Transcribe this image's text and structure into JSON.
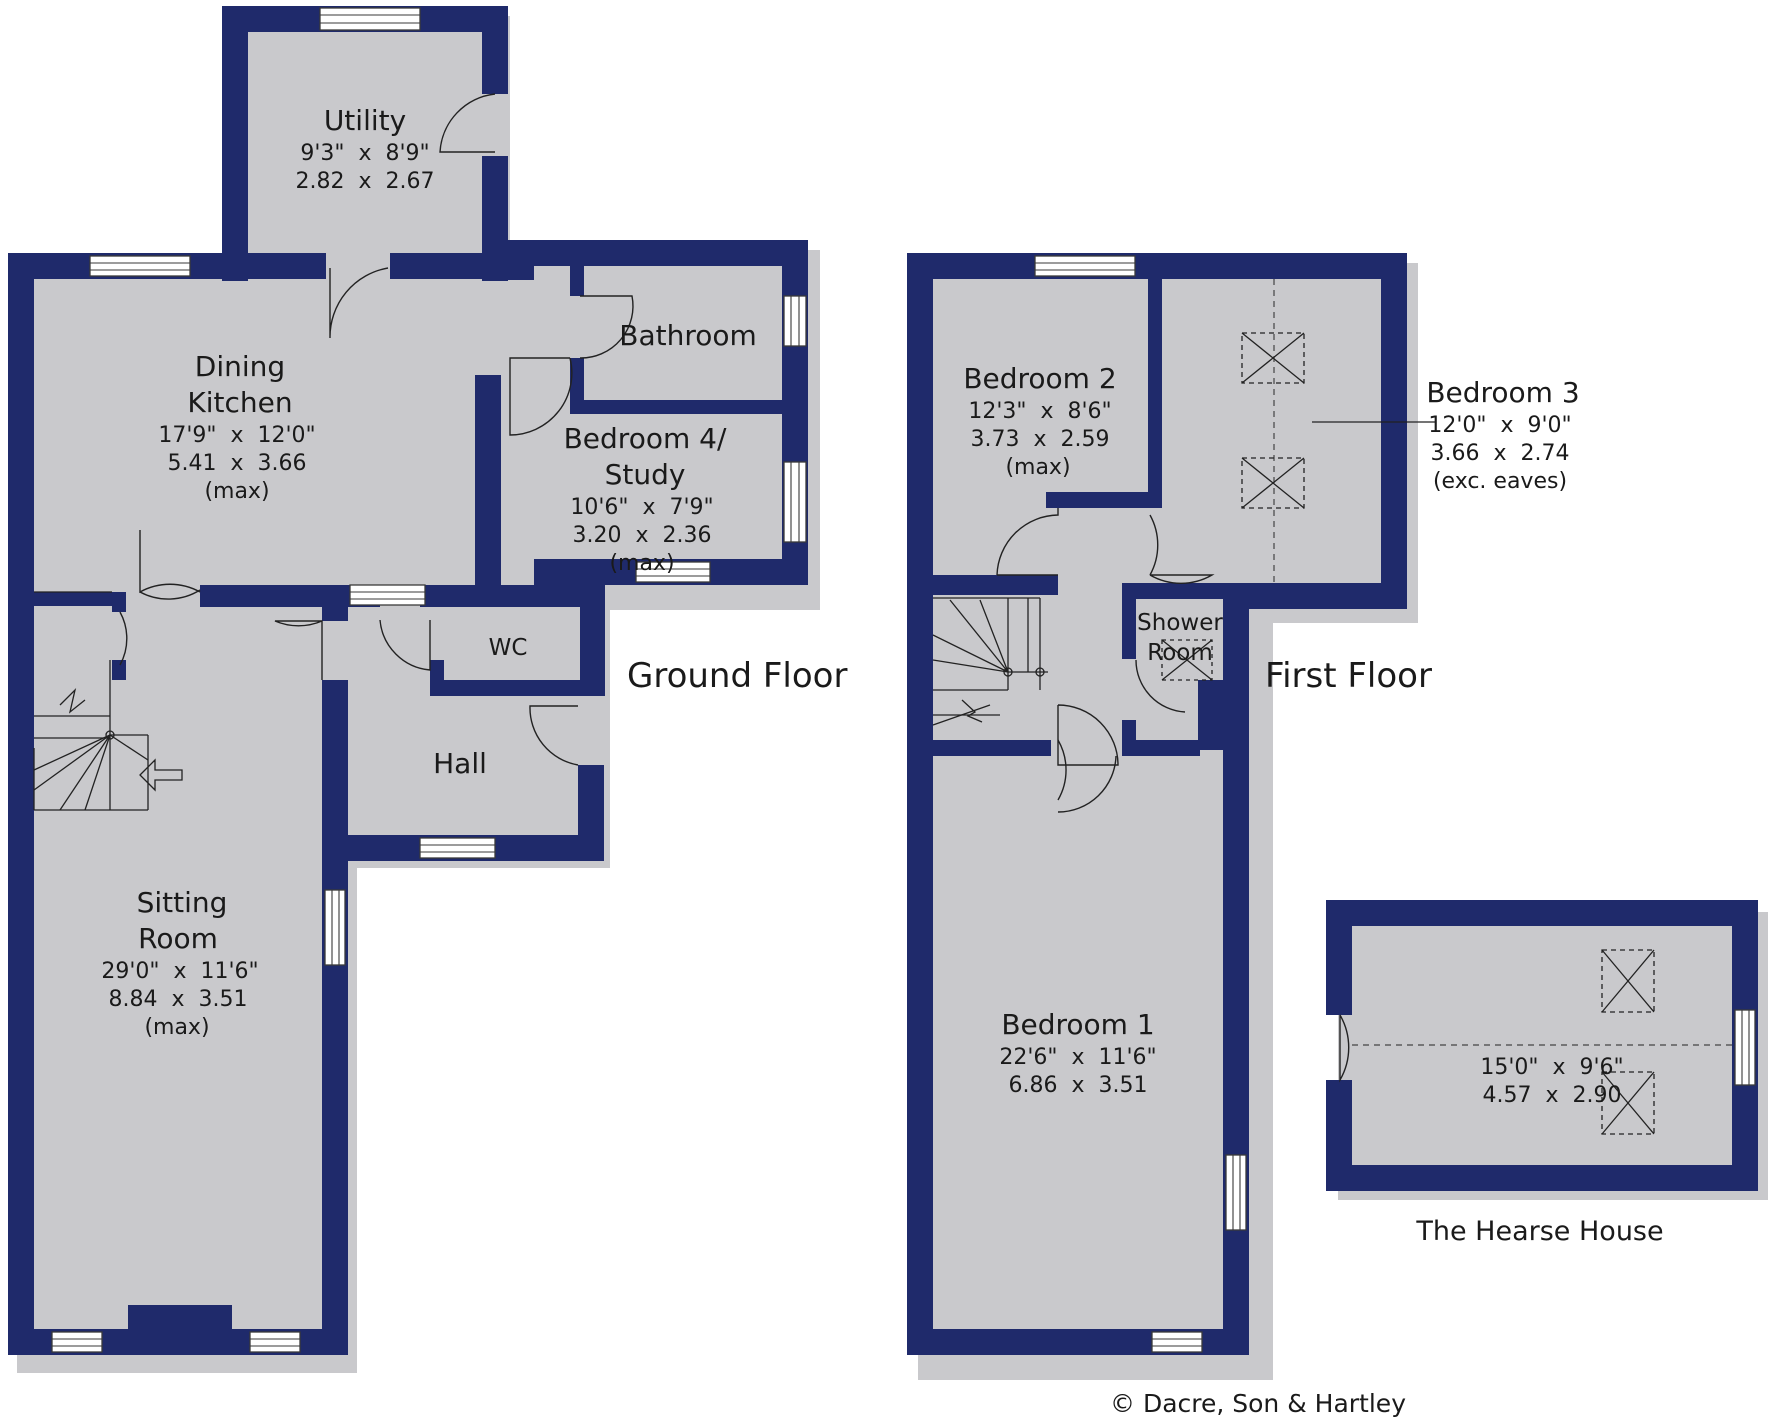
{
  "floors": {
    "ground": {
      "title": "Ground Floor"
    },
    "first": {
      "title": "First Floor"
    },
    "outbuilding": {
      "title": "The Hearse House"
    }
  },
  "rooms": {
    "utility": {
      "name": "Utility",
      "imperial": "9'3\"  x  8'9\"",
      "metric": "2.82  x  2.67"
    },
    "dining_kitchen": {
      "name_line1": "Dining",
      "name_line2": "Kitchen",
      "imperial": "17'9\"  x  12'0\"",
      "metric": "5.41  x  3.66",
      "note": "(max)"
    },
    "bathroom": {
      "name": "Bathroom"
    },
    "bedroom4": {
      "name_line1": "Bedroom 4/",
      "name_line2": "Study",
      "imperial": "10'6\"  x  7'9\"",
      "metric": "3.20  x  2.36",
      "note": "(max)"
    },
    "wc": {
      "name": "WC"
    },
    "hall": {
      "name": "Hall"
    },
    "sitting_room": {
      "name_line1": "Sitting",
      "name_line2": "Room",
      "imperial": "29'0\"  x  11'6\"",
      "metric": "8.84  x  3.51",
      "note": "(max)"
    },
    "bedroom2": {
      "name": "Bedroom 2",
      "imperial": "12'3\"  x  8'6\"",
      "metric": "3.73  x  2.59",
      "note": "(max)"
    },
    "bedroom3": {
      "name": "Bedroom 3",
      "imperial": "12'0\"  x  9'0\"",
      "metric": "3.66  x  2.74",
      "note": "(exc. eaves)"
    },
    "shower_room": {
      "name_line1": "Shower",
      "name_line2": "Room"
    },
    "bedroom1": {
      "name": "Bedroom 1",
      "imperial": "22'6\"  x  11'6\"",
      "metric": "6.86  x  3.51"
    },
    "hearse_house": {
      "imperial": "15'0\"  x  9'6\"",
      "metric": "4.57  x  2.90"
    }
  },
  "copyright": "© Dacre, Son & Hartley",
  "colors": {
    "wall": "#1f2a6b",
    "shadow": "#c9c9cc",
    "text": "#1a1a1a"
  }
}
